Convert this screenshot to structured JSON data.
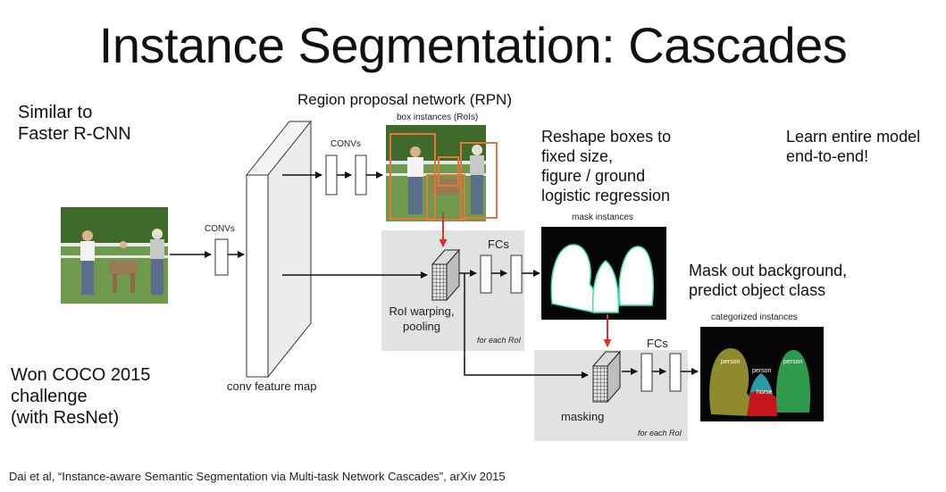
{
  "slide": {
    "title": "Instance Segmentation: Cascades",
    "left_note_top": [
      "Similar to",
      "Faster R-CNN"
    ],
    "left_note_bottom": [
      "Won COCO 2015",
      "challenge",
      "(with ResNet)"
    ],
    "right_note_top": [
      "Learn entire model",
      "end-to-end!"
    ],
    "reshape_note": [
      "Reshape boxes to",
      "fixed size,",
      "figure / ground",
      "logistic regression"
    ],
    "mask_note": [
      "Mask out background,",
      "predict object class"
    ],
    "citation": "Dai et al,  “Instance-aware Semantic Segmentation via Multi-task Network Cascades”, arXiv 2015"
  },
  "diagram": {
    "rpn_label": "Region proposal network (RPN)",
    "box_instances_label": "box instances (RoIs)",
    "convs_label_1": "CONVs",
    "convs_label_2": "CONVs",
    "conv_feature_map_label": "conv feature map",
    "roi_warping_label": [
      "RoI warping,",
      "pooling"
    ],
    "for_each_roi_1": "for each RoI",
    "for_each_roi_2": "for each RoI",
    "fcs_label_1": "FCs",
    "fcs_label_2": "FCs",
    "mask_instances_label": "mask instances",
    "masking_label": "masking",
    "categorized_instances_label": "categorized instances",
    "class_labels": [
      "person",
      "person",
      "person",
      "horse"
    ],
    "colors": {
      "arrow_red": "#d9342b",
      "box_orange": "#e8743b",
      "gray_panel": "#e2e2e2",
      "mask_green": "#3de0a0"
    }
  }
}
